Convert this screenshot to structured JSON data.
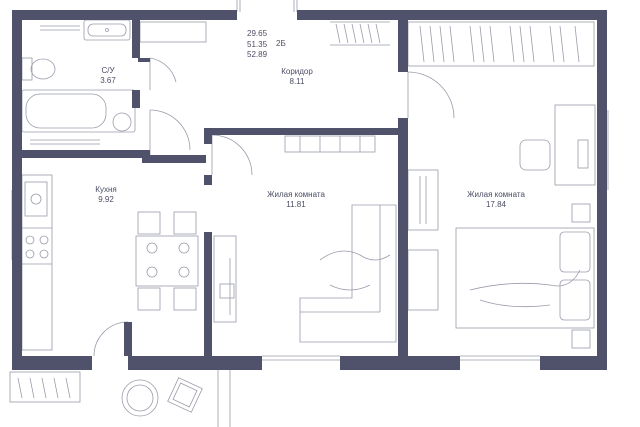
{
  "plan": {
    "info": {
      "areas": [
        "29.65",
        "51.35",
        "52.89"
      ],
      "apartment_type": "2Б"
    },
    "rooms": [
      {
        "id": "bathroom",
        "name": "С/У",
        "area": "3.67"
      },
      {
        "id": "corridor",
        "name": "Коридор",
        "area": "8.11"
      },
      {
        "id": "kitchen",
        "name": "Кухня",
        "area": "9.92"
      },
      {
        "id": "living-room-1",
        "name": "Жилая комната",
        "area": "11.81"
      },
      {
        "id": "living-room-2",
        "name": "Жилая комната",
        "area": "17.84"
      }
    ],
    "colors": {
      "wall": "#4f526a",
      "line": "#9a9caa",
      "text": "#4a4d63",
      "background": "#ffffff"
    }
  }
}
